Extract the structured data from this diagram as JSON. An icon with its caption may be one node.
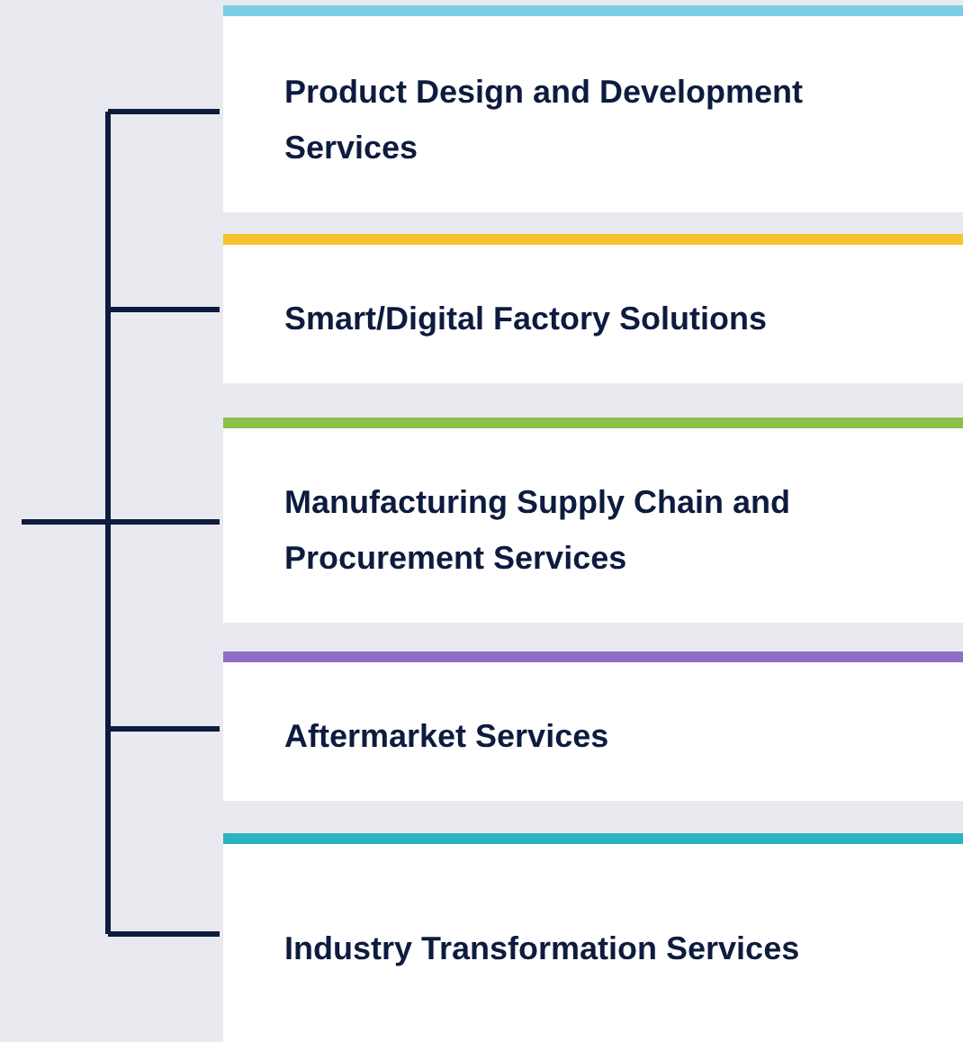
{
  "diagram": {
    "nodes": [
      {
        "text": [
          "Product Design and Development Services"
        ]
      },
      {
        "text": [
          "Smart/Digital Factory Solutions"
        ]
      },
      {
        "text": [
          "Manufacturing Supply Chain and Procurement Services"
        ]
      },
      {
        "text": [
          "Aftermarket Services"
        ]
      },
      {
        "text": [
          "Industry Transformation Services"
        ]
      }
    ],
    "edges": [
      {
        "from": null,
        "to": 0,
        "arrow": "none"
      },
      {
        "from": null,
        "to": 1,
        "arrow": "none"
      },
      {
        "from": null,
        "to": 2,
        "arrow": "none"
      },
      {
        "from": null,
        "to": 3,
        "arrow": "none"
      },
      {
        "from": null,
        "to": 4,
        "arrow": "none"
      }
    ]
  }
}
